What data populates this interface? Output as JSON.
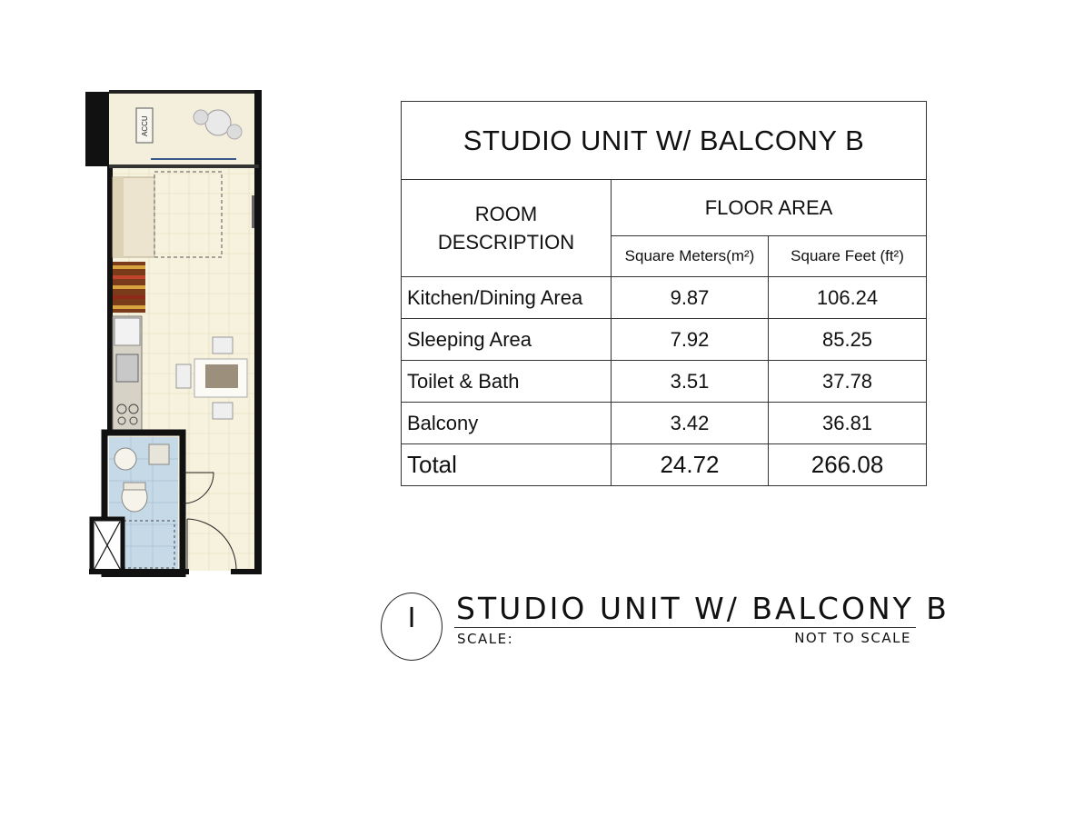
{
  "plan": {
    "accu_label": "ACCU"
  },
  "table": {
    "title": "STUDIO UNIT W/ BALCONY B",
    "room_header": "ROOM DESCRIPTION",
    "area_header": "FLOOR AREA",
    "sqm_header": "Square Meters(m²)",
    "sqft_header": "Square Feet (ft²)",
    "rows": [
      {
        "name": "Kitchen/Dining Area",
        "sqm": "9.87",
        "sqft": "106.24"
      },
      {
        "name": "Sleeping Area",
        "sqm": "7.92",
        "sqft": "85.25"
      },
      {
        "name": "Toilet & Bath",
        "sqm": "3.51",
        "sqft": "37.78"
      },
      {
        "name": "Balcony",
        "sqm": "3.42",
        "sqft": "36.81"
      }
    ],
    "total": {
      "name": "Total",
      "sqm": "24.72",
      "sqft": "266.08"
    }
  },
  "title_block": {
    "number": "I",
    "title": "STUDIO UNIT W/ BALCONY B",
    "scale_label": "SCALE:",
    "scale_value": "NOT TO SCALE"
  }
}
